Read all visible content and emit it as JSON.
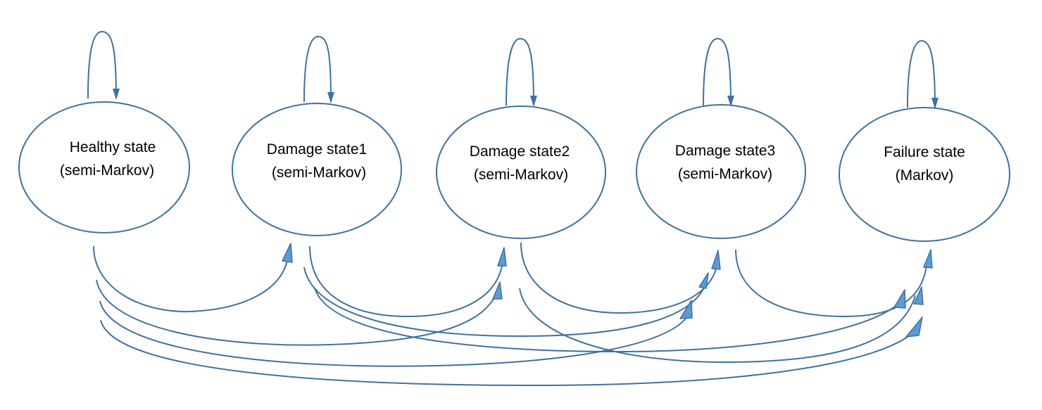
{
  "diagram": {
    "colors": {
      "stroke": "#41719c",
      "arrow_fill": "#5b9bd5",
      "text": "#000000",
      "background": "#ffffff"
    },
    "states": [
      {
        "line1": "Healthy state",
        "line2": "(semi-Markov)"
      },
      {
        "line1": "Damage state1",
        "line2": "(semi-Markov)"
      },
      {
        "line1": "Damage state2",
        "line2": "(semi-Markov)"
      },
      {
        "line1": "Damage state3",
        "line2": "(semi-Markov)"
      },
      {
        "line1": "Failure state",
        "line2": "(Markov)"
      }
    ],
    "transitions": [
      {
        "from": 0,
        "to": 0
      },
      {
        "from": 1,
        "to": 1
      },
      {
        "from": 2,
        "to": 2
      },
      {
        "from": 3,
        "to": 3
      },
      {
        "from": 4,
        "to": 4
      },
      {
        "from": 0,
        "to": 1
      },
      {
        "from": 0,
        "to": 2
      },
      {
        "from": 0,
        "to": 3
      },
      {
        "from": 0,
        "to": 4
      },
      {
        "from": 1,
        "to": 2
      },
      {
        "from": 1,
        "to": 3
      },
      {
        "from": 1,
        "to": 4
      },
      {
        "from": 2,
        "to": 3
      },
      {
        "from": 2,
        "to": 4
      },
      {
        "from": 3,
        "to": 4
      }
    ]
  }
}
